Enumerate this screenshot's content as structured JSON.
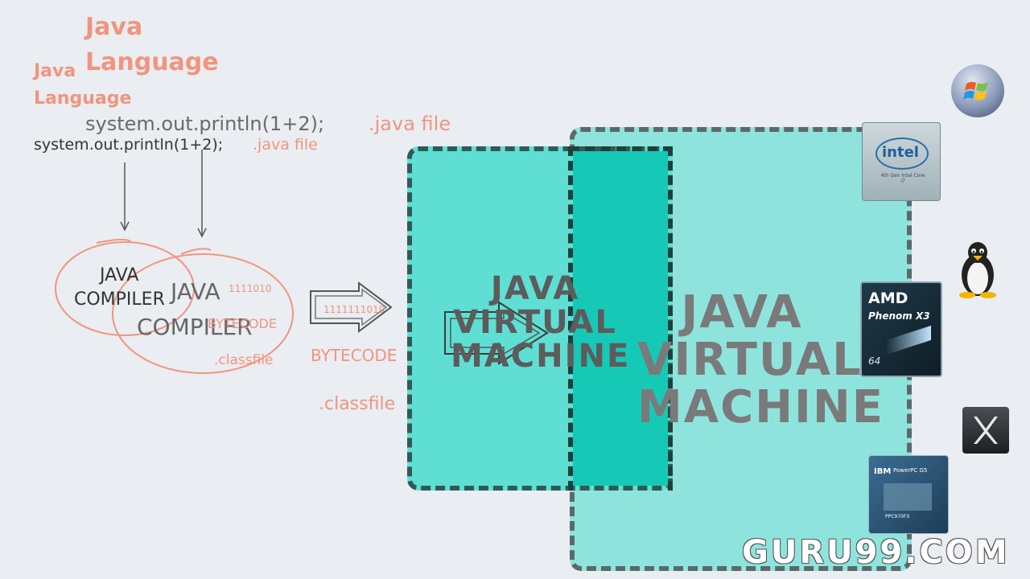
{
  "ghost": {
    "java_label": "Java",
    "language_label": "Language",
    "code_line": "system.out.println(1+2);",
    "java_file": ".java file"
  },
  "front": {
    "java_label": "Java",
    "language_label": "Language",
    "code_line": "system.out.println(1+2);",
    "java_file": ".java file"
  },
  "compiler": {
    "small_line1": "JAVA",
    "small_line2": "COMPILER",
    "big_line1": "JAVA",
    "big_line2": "COMPILER",
    "binary_1": "1111010",
    "binary_2": "1111111010",
    "bytecode_ghost": "BYTECODE",
    "classfile_small": ".classfile"
  },
  "output": {
    "bytecode": "BYTECODE",
    "classfile": ".classfile"
  },
  "jvm_small": {
    "line1": "JAVA",
    "line2": "VIRTUAL",
    "line3": "MACHINE"
  },
  "jvm_big": {
    "line1": "JAVA",
    "line2": "VIRTUAL",
    "line3": "MACHINE"
  },
  "logos": {
    "intel": "intel",
    "intel_sub": "4th Gen Intel Core i7",
    "amd": "AMD",
    "amd_sub": "Phenom X3",
    "amd_64": "64",
    "ibm": "IBM",
    "ibm_sub": "PowerPC G5",
    "ibm_chip": "PPC970FX"
  },
  "watermark": "GURU99.COM",
  "colors": {
    "salmon": "#f0957f",
    "teal_light": "#8ee4dc",
    "teal_mid": "#5fdfd4",
    "teal_overlap": "#16c9b6",
    "dash": "#5a6a68"
  }
}
